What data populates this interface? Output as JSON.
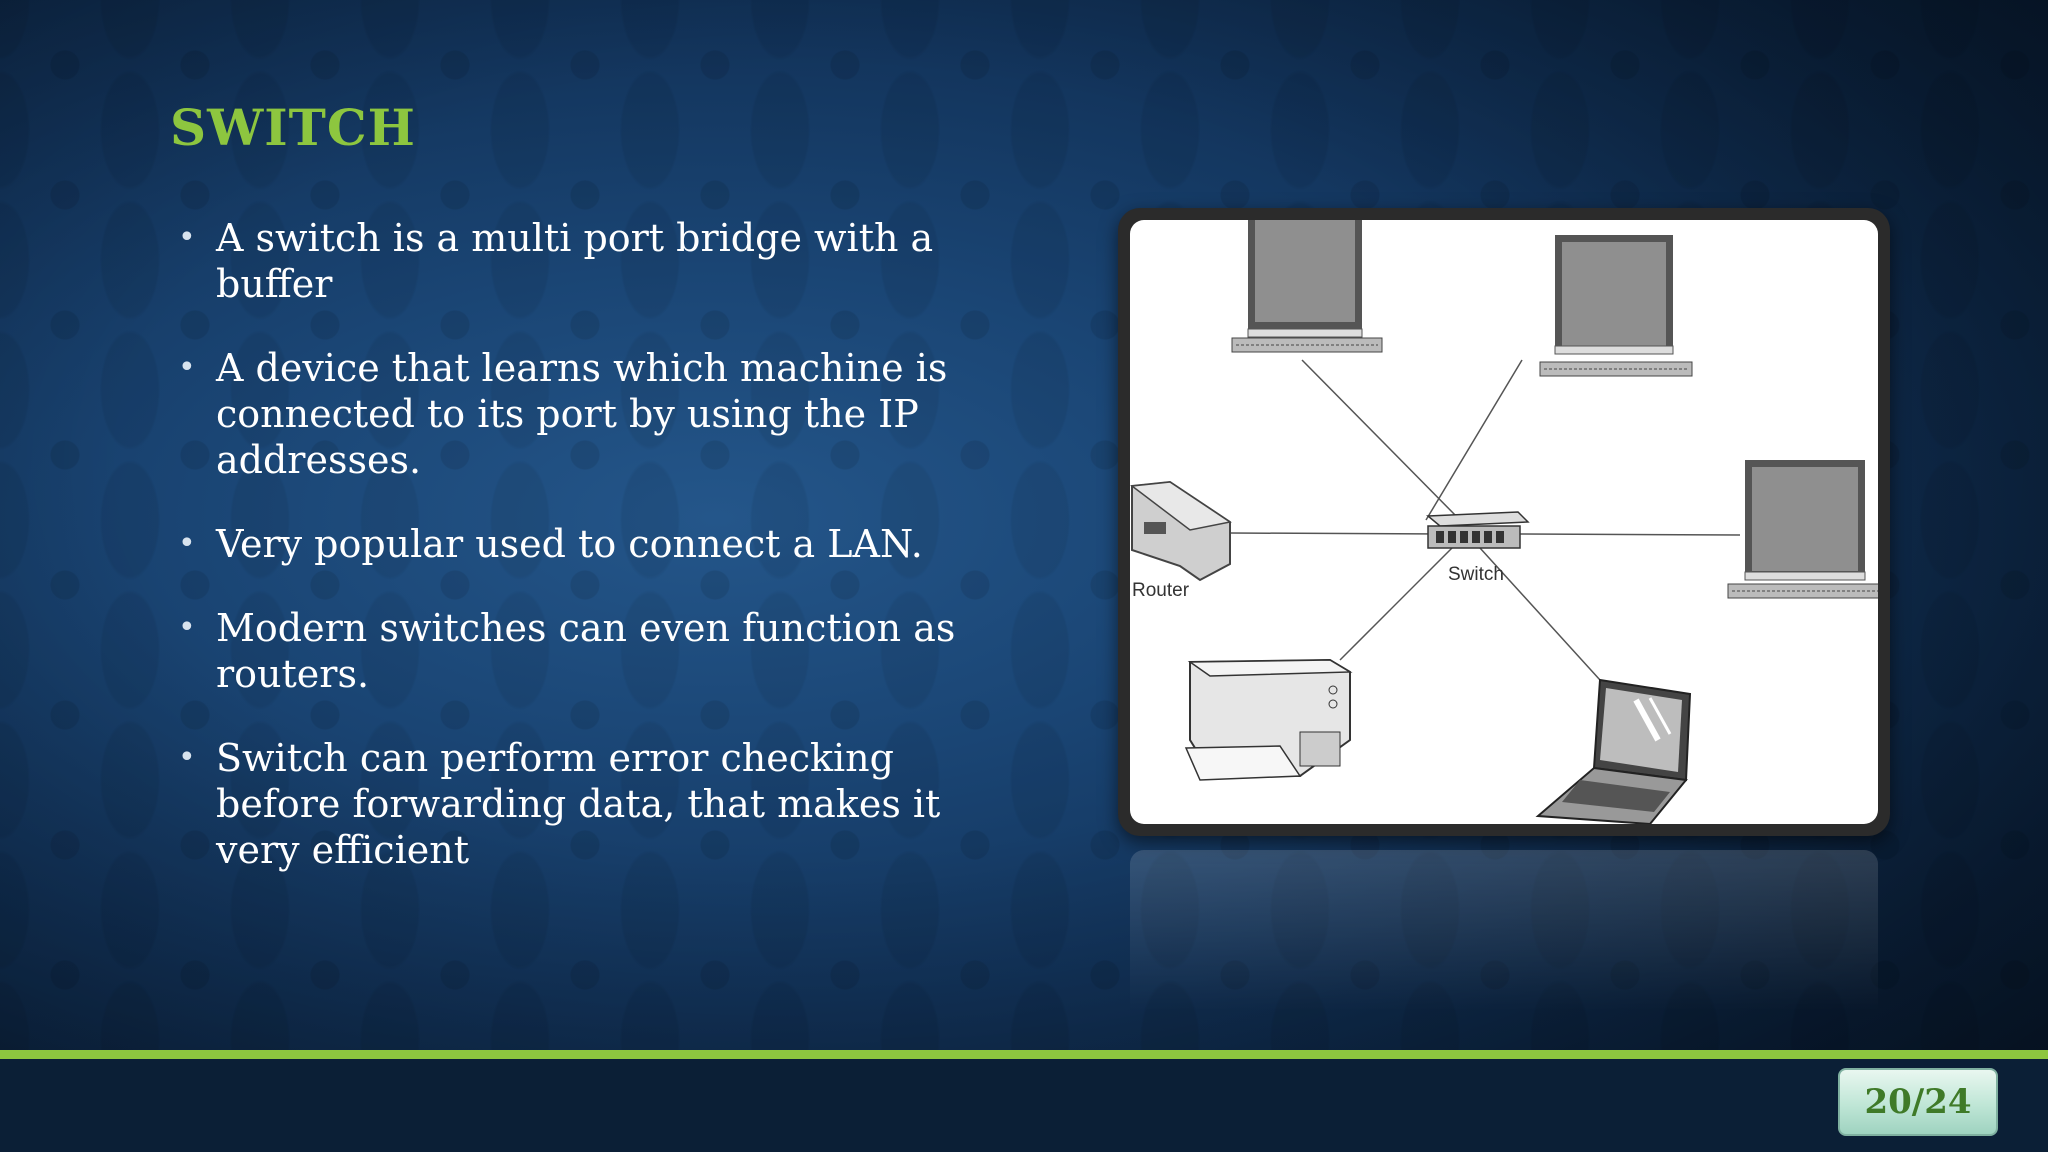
{
  "slide": {
    "title": "SWITCH",
    "bullets": [
      "A switch is a multi port bridge with a buffer",
      "A device that learns which machine is connected to its port by using the IP addresses.",
      "Very popular used to connect a LAN.",
      "Modern switches can even function as routers.",
      "Switch can perform error checking before forwarding data, that makes it very efficient"
    ],
    "page_indicator": "20/24"
  },
  "diagram": {
    "switch_label": "Switch",
    "router_label": "Router",
    "devices": [
      "computer-top-left",
      "computer-top-right",
      "computer-right",
      "router",
      "printer",
      "laptop"
    ]
  },
  "colors": {
    "accent": "#8dc63f",
    "background": "#163c66",
    "text": "#ffffff"
  }
}
